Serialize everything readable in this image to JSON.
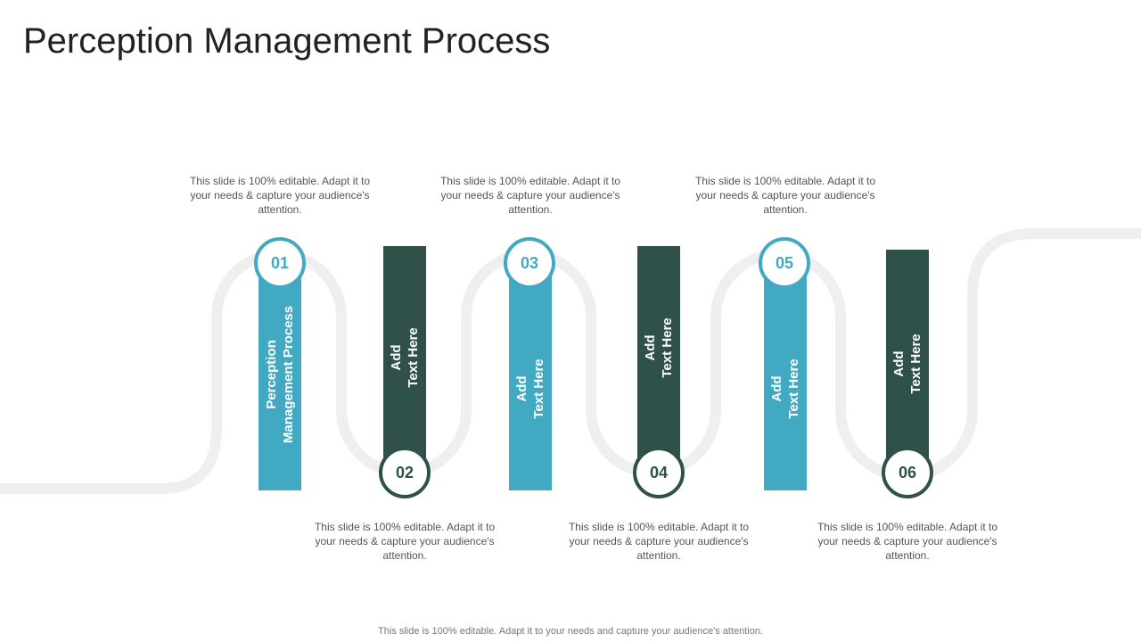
{
  "title": "Perception Management Process",
  "steps": [
    {
      "number": "01",
      "bar_lines": [
        "Perception",
        "Management Process"
      ],
      "description": "This slide is 100% editable. Adapt it to your needs & capture your audience's attention."
    },
    {
      "number": "02",
      "bar_lines": [
        "Add",
        "Text Here"
      ],
      "description": "This slide is 100% editable. Adapt it to your needs & capture your audience's attention."
    },
    {
      "number": "03",
      "bar_lines": [
        "Add",
        "Text Here"
      ],
      "description": "This slide is 100% editable. Adapt it to your needs & capture your audience's attention."
    },
    {
      "number": "04",
      "bar_lines": [
        "Add",
        "Text Here"
      ],
      "description": "This slide is 100% editable. Adapt it to your needs & capture your audience's attention."
    },
    {
      "number": "05",
      "bar_lines": [
        "Add",
        "Text Here"
      ],
      "description": "This slide is 100% editable. Adapt it to your needs & capture your audience's attention."
    },
    {
      "number": "06",
      "bar_lines": [
        "Add",
        "Text Here"
      ],
      "description": "This slide is 100% editable. Adapt it to your needs & capture your audience's attention."
    }
  ],
  "footer": "This slide is 100% editable. Adapt it to your needs and capture your audience's attention.",
  "colors": {
    "teal": "#42a9c3",
    "dark": "#30504a",
    "track": "#efefef"
  }
}
